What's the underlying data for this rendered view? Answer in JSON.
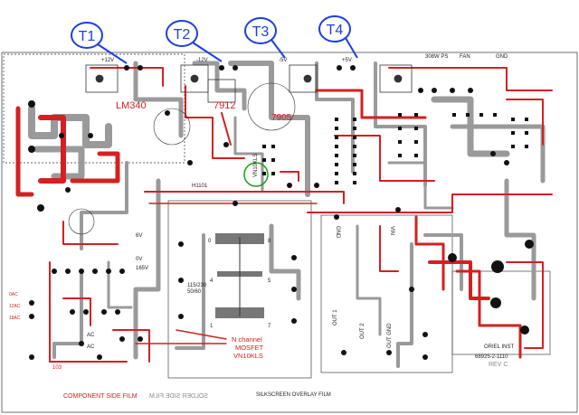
{
  "callouts": [
    "T1",
    "T2",
    "T3",
    "T4"
  ],
  "regulators": {
    "lm340": "LM340",
    "r7912": "7912",
    "r7905": "7905"
  },
  "rails": [
    "+12V",
    "-12V",
    "-5V",
    "+5V"
  ],
  "connector_labels": {
    "ps": "308W PS",
    "fan": "FAN",
    "gnd": "GND",
    "gnd_mid": "GND",
    "vin": "VIN",
    "h1101": "H1101",
    "vn10kls_small": "VN10KLS"
  },
  "transformer_labels": {
    "t_0": "0",
    "t_8": "8",
    "t_4": "4",
    "t_1": "1",
    "t_5": "5",
    "t_7": "7",
    "voltage": "115/230",
    "freq": "50/60"
  },
  "mosfet_note": [
    "N channel",
    "MOSFET",
    "VN10KLS"
  ],
  "left_labels": {
    "v6": "6V",
    "v0": "0V",
    "v165": "165V",
    "ac1": "AC",
    "ac2": "AC",
    "n103": "103",
    "s1": "0AC",
    "s2": "12AC",
    "s3": "18AC"
  },
  "outputs": [
    "OUT 1",
    "OUT 2",
    "OUT GND"
  ],
  "maker": {
    "name": "ORIEL INST",
    "part": "68925-2-1110",
    "rev": "REV C"
  },
  "footer": {
    "component": "COMPONENT SIDE FILM",
    "solder": "SOLDER SIDE FILM",
    "silkscreen": "SILKSCREEN OVERLAY FILM"
  },
  "colors": {
    "copper_top": "#d42020",
    "copper_bottom": "#9a9a9a",
    "silkscreen": "#222222",
    "callout": "#1b3fe0",
    "highlight": "#18a018"
  }
}
